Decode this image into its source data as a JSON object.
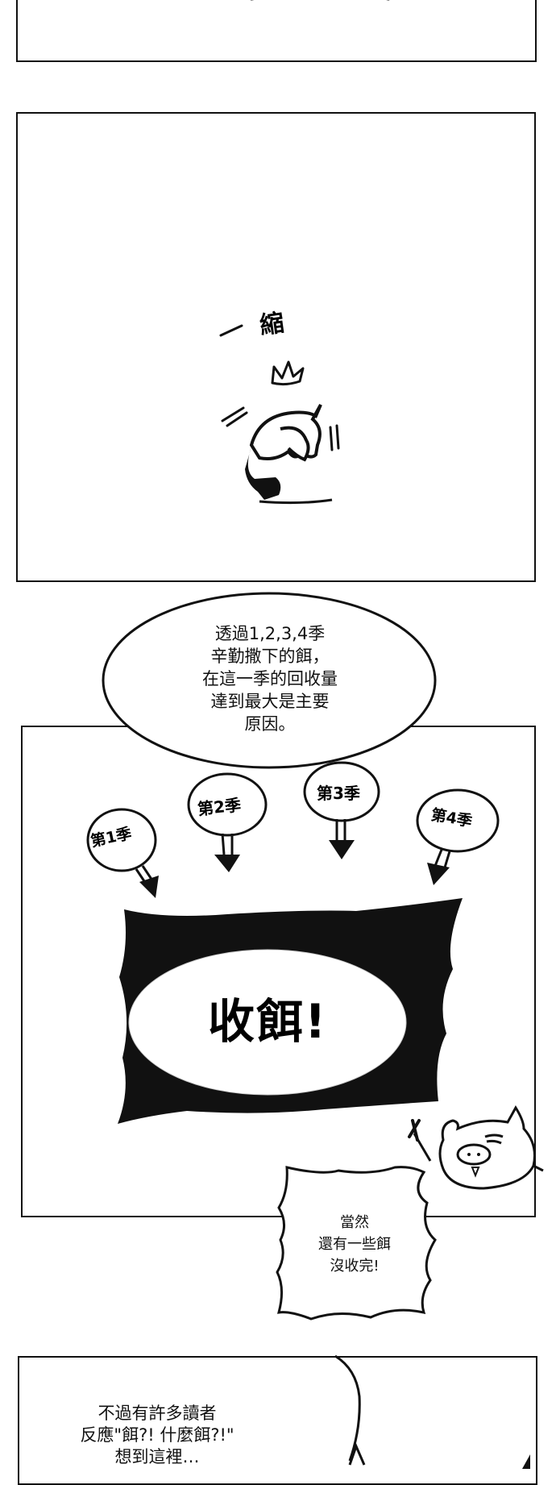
{
  "comic": {
    "panels": [
      {
        "id": "panel-1",
        "description": "bottom of previous panel with ground shadow stroke"
      },
      {
        "id": "panel-2",
        "sfx": [
          "一",
          "縮"
        ],
        "description": "character cowering, covering face"
      },
      {
        "id": "panel-3",
        "description": "four season bubbles pointing down into a black frame"
      },
      {
        "id": "panel-4",
        "description": "narration text with curved speech tail"
      }
    ],
    "panel2": {
      "sfx_dash": "一",
      "sfx_word": "縮"
    },
    "narration_bubble": {
      "lines": [
        "透過1,2,3,4季",
        "辛勤撒下的餌，",
        "在這一季的回收量",
        "達到最大是主要",
        "原因。"
      ]
    },
    "season_bubbles": [
      {
        "label": "第1季"
      },
      {
        "label": "第2季"
      },
      {
        "label": "第3季"
      },
      {
        "label": "第4季"
      }
    ],
    "title_frame": {
      "label": "收餌!"
    },
    "pig_bubble": {
      "lines": [
        "當然",
        "還有一些餌",
        "沒收完!"
      ]
    },
    "panel4": {
      "lines": [
        "不過有許多讀者",
        "反應\"餌?! 什麼餌?!\"",
        "想到這裡…"
      ]
    },
    "colors": {
      "ink": "#111111",
      "paper": "#ffffff"
    }
  }
}
